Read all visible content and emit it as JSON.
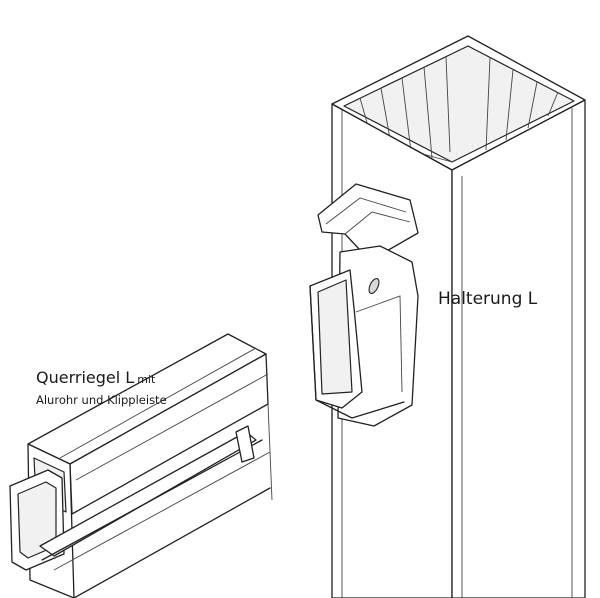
{
  "labels": {
    "bracket": "Halterung L",
    "rail_title": "Querriegel  L",
    "rail_title_suffix": "mit",
    "rail_subtitle": "Alurohr und Klippleiste"
  }
}
